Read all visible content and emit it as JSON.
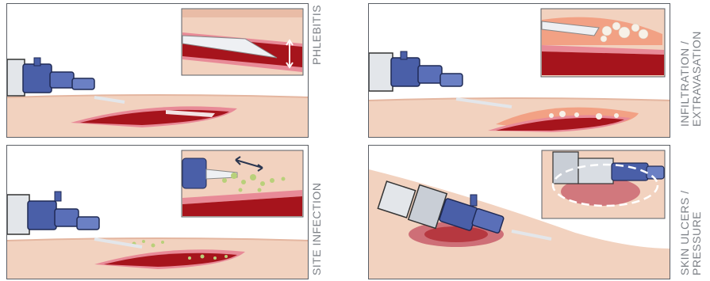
{
  "panels": [
    {
      "id": "phlebitis",
      "lines": [
        "PHLEBITIS"
      ]
    },
    {
      "id": "infiltration",
      "lines": [
        "INFILTRATION /",
        "EXTRAVASATION"
      ]
    },
    {
      "id": "site-infection",
      "lines": [
        "SITE INFECTION"
      ]
    },
    {
      "id": "skin-ulcers",
      "lines": [
        "SKIN ULCERS /",
        "PRESSURE"
      ]
    }
  ],
  "colors": {
    "skin": "#f2d2bf",
    "skin_dark": "#e9bca6",
    "vein": "#a6141c",
    "vein_wall": "#e88a97",
    "catheter_blue": "#4a5fa8",
    "hub_grey": "#c9ced6",
    "pus_green": "#b9d07a",
    "border": "#5b5f66",
    "label_grey": "#7d8187"
  }
}
